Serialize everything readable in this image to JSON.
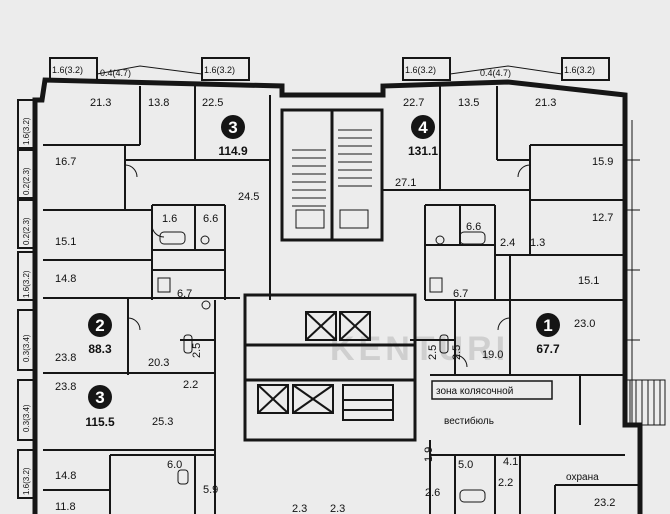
{
  "units": [
    {
      "rooms": "3",
      "area": "114.9"
    },
    {
      "rooms": "4",
      "area": "131.1"
    },
    {
      "rooms": "2",
      "area": "88.3"
    },
    {
      "rooms": "1",
      "area": "67.7"
    },
    {
      "rooms": "3",
      "area": "115.5"
    }
  ],
  "rooms": [
    "21.3",
    "13.8",
    "22.5",
    "16.7",
    "24.5",
    "15.1",
    "14.8",
    "1.6",
    "6.6",
    "6.7",
    "22.7",
    "13.5",
    "21.3",
    "15.9",
    "27.1",
    "12.7",
    "6.6",
    "2.4",
    "1.3",
    "15.1",
    "6.7",
    "23.0",
    "19.0",
    "23.8",
    "20.3",
    "23.8",
    "25.3",
    "6.0",
    "5.9",
    "14.8",
    "11.8",
    "5.0",
    "4.1",
    "2.6",
    "2.2",
    "23.2",
    "1.9",
    "2.2",
    "2.5",
    "2.5",
    "2.5",
    "2.3",
    "2.3"
  ],
  "balconies_top": [
    "1.6(3.2)",
    "0.4(4.7)",
    "1.6(3.2)",
    "1.6(3.2)",
    "0.4(4.7)",
    "1.6(3.2)"
  ],
  "balconies_side": [
    "1.6(3.2)",
    "0.2(2.3)",
    "0.2(2.3)",
    "1.6(3.2)",
    "0.3(3.4)",
    "0.3(3.4)",
    "1.6(3.2)"
  ],
  "labels": {
    "stroller_room": "зона колясочной",
    "lobby": "вестибюль",
    "security": "охрана"
  },
  "watermark": "KENTURI"
}
